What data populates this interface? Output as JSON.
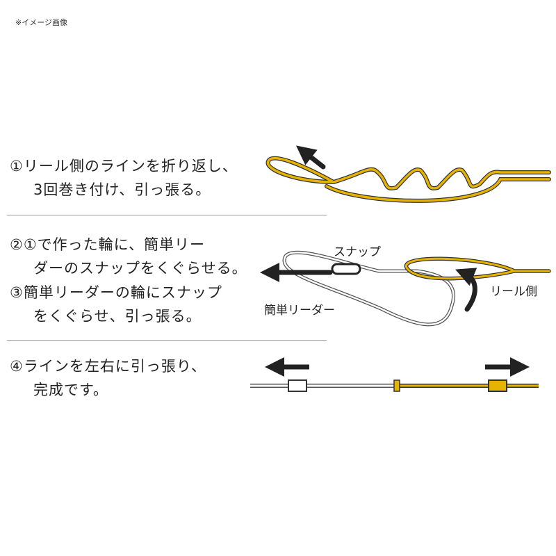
{
  "note": "※イメージ画像",
  "steps": [
    {
      "line1": "①リール側のラインを折り返し、",
      "line2": "3回巻き付け、引っ張る。"
    },
    {
      "line1": "②①で作った輪に、簡単リー",
      "line2": "ダーのスナップをくぐらせる。"
    },
    {
      "line1": "③簡単リーダーの輪にスナップ",
      "line2": "をくぐらせ、引っ張る。"
    },
    {
      "line1": "④ラインを左右に引っ張り、",
      "line2": "完成です。"
    }
  ],
  "labels": {
    "snap": "スナップ",
    "reel_side": "リール側",
    "leader": "簡単リーダー"
  },
  "colors": {
    "line_yellow": "#e6b400",
    "leader_white": "#ffffff"
  }
}
